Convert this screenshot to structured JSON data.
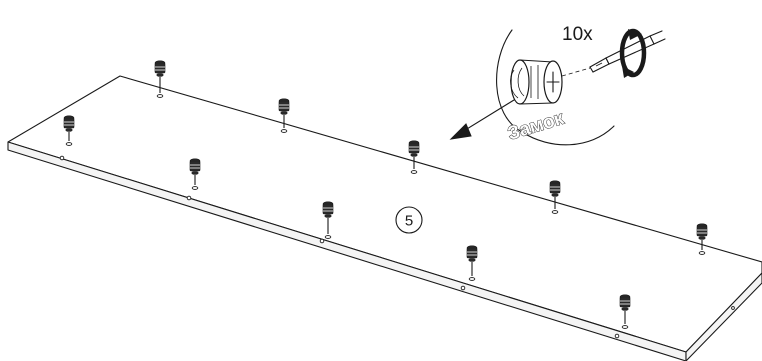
{
  "step_number": "5",
  "detail": {
    "quantity": "10x",
    "part_label": "Замок",
    "tool_icon": "screwdriver-icon",
    "rotation_icon": "rotate-clockwise-icon"
  },
  "parts": {
    "cam_lock_count": 10,
    "icon": "cam-lock-bolt-icon"
  }
}
